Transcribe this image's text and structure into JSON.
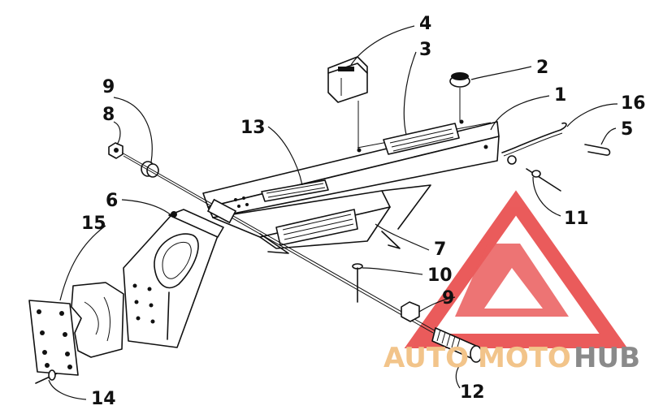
{
  "callouts": {
    "c1": "1",
    "c2": "2",
    "c3": "3",
    "c4": "4",
    "c5": "5",
    "c6": "6",
    "c7": "7",
    "c8": "8",
    "c9a": "9",
    "c9b": "9",
    "c10": "10",
    "c11": "11",
    "c12": "12",
    "c13": "13",
    "c14": "14",
    "c15": "15",
    "c16": "16"
  },
  "watermark": {
    "word_auto": "AUTO",
    "word_moto": "MOTO",
    "word_hub": "HUB",
    "colors": {
      "auto": "#f2c48a",
      "moto": "#f2c48a",
      "hub": "#8a8a8a",
      "logo": "#e84a4a"
    }
  }
}
